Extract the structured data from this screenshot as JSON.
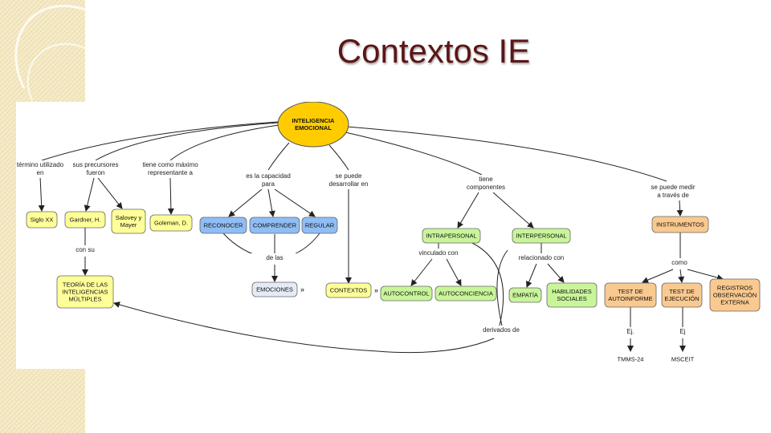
{
  "title": "Contextos IE",
  "colors": {
    "yellow": "#ffff99",
    "orange": "#f9c98f",
    "blue": "#8fbdf4",
    "green": "#c9f59a",
    "gold": "#ffcc00",
    "gray": "#e4ebf4",
    "title": "#5b1616"
  },
  "nodes": {
    "root": [
      "INTELIGENCIA",
      "EMOCIONAL"
    ],
    "siglo": [
      "Siglo XX"
    ],
    "gardner": [
      "Gardner, H."
    ],
    "salovey": [
      "Salovey y",
      "Mayer"
    ],
    "goleman": [
      "Goleman, D."
    ],
    "teoria": [
      "TEORÍA DE LAS",
      "INTELIGENCIAS",
      "MÚLTIPLES"
    ],
    "reconocer": [
      "RECONOCER"
    ],
    "comprender": [
      "COMPRENDER"
    ],
    "regular": [
      "REGULAR"
    ],
    "emociones": [
      "EMOCIONES"
    ],
    "contextos": [
      "CONTEXTOS"
    ],
    "intrapersonal": [
      "INTRAPERSONAL"
    ],
    "interpersonal": [
      "INTERPERSONAL"
    ],
    "autocontrol": [
      "AUTOCONTROL"
    ],
    "autoconciencia": [
      "AUTOCONCIENCIA"
    ],
    "empatia": [
      "EMPATÍA"
    ],
    "habilidades": [
      "HABILIDADES",
      "SOCIALES"
    ],
    "instrumentos": [
      "INSTRUMENTOS"
    ],
    "autoinforme": [
      "TEST DE",
      "AUTOINFORME"
    ],
    "ejecucion": [
      "TEST DE",
      "EJECUCIÓN"
    ],
    "registros": [
      "REGISTROS",
      "OBSERVACIÓN",
      "EXTERNA"
    ],
    "tmms": [
      "TMMS-24"
    ],
    "msceit": [
      "MSCEIT"
    ]
  },
  "links": {
    "termino": [
      "término utilizado",
      "en"
    ],
    "precursores": [
      "sus precursores",
      "fueron"
    ],
    "maximo": [
      "tiene como máximo",
      "representante a"
    ],
    "capacidad": [
      "es la capacidad",
      "para"
    ],
    "desarrollar": [
      "se puede",
      "desarrollar en"
    ],
    "componentes": [
      "tiene",
      "componentes"
    ],
    "medir": [
      "se puede medir",
      "a través de"
    ],
    "consu": [
      "con su"
    ],
    "delas": [
      "de las"
    ],
    "vinculado": [
      "vinculado con"
    ],
    "relacionado": [
      "relacionado con"
    ],
    "derivados": [
      "derivados de"
    ],
    "como": [
      "como"
    ],
    "ej1": [
      "Ej."
    ],
    "ej2": [
      "Ej"
    ]
  }
}
